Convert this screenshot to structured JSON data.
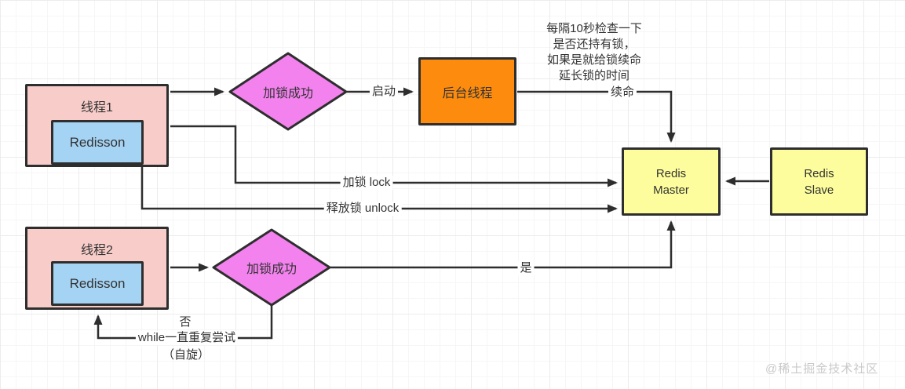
{
  "diagram": {
    "nodes": {
      "thread1": {
        "title": "线程1",
        "inner": "Redisson"
      },
      "thread2": {
        "title": "线程2",
        "inner": "Redisson"
      },
      "decision1": {
        "label": "加锁成功"
      },
      "decision2": {
        "label": "加锁成功"
      },
      "background_thread": {
        "label": "后台线程"
      },
      "redis_master": {
        "line1": "Redis",
        "line2": "Master"
      },
      "redis_slave": {
        "line1": "Redis",
        "line2": "Slave"
      }
    },
    "edge_labels": {
      "start": "启动",
      "renew": "续命",
      "lock": "加锁 lock",
      "unlock": "释放锁 unlock",
      "yes": "是",
      "no": "否",
      "while_retry": "while一直重复尝试",
      "spin": "（自旋）"
    },
    "note": {
      "lines": [
        "每隔10秒检查一下",
        "是否还持有锁，",
        "如果是就给锁续命",
        "延长锁的时间"
      ]
    },
    "colors": {
      "thread_fill": "#f8cdc9",
      "redisson_fill": "#a5d3f3",
      "decision_fill": "#f382ee",
      "background_thread_fill": "#fd8c0e",
      "redis_fill": "#fdfd9d",
      "stroke": "#2e2e2e",
      "grid_line": "#ececec",
      "watermark": "#c9c9c9"
    }
  },
  "watermark": "@稀土掘金技术社区"
}
